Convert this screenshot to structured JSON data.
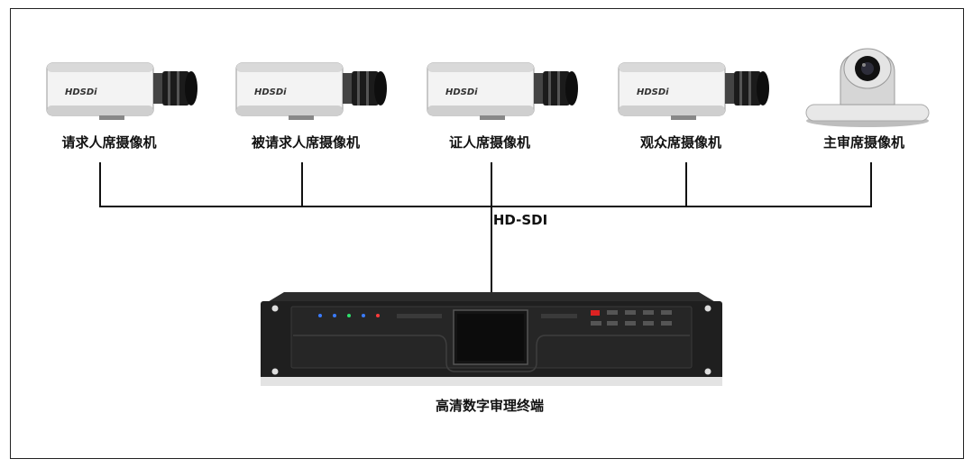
{
  "cameras": [
    {
      "label": "请求人席摄像机",
      "brand": "HDSDi"
    },
    {
      "label": "被请求人席摄像机",
      "brand": "HDSDi"
    },
    {
      "label": "证人席摄像机",
      "brand": "HDSDi"
    },
    {
      "label": "观众席摄像机",
      "brand": "HDSDi"
    },
    {
      "label": "主审席摄像机"
    }
  ],
  "bus": {
    "label": "HD-SDI"
  },
  "terminal": {
    "label": "高清数字审理终端"
  },
  "colors": {
    "line": "#111111",
    "camera_body": "#f2f2f2",
    "device_body": "#1e1e1e"
  }
}
